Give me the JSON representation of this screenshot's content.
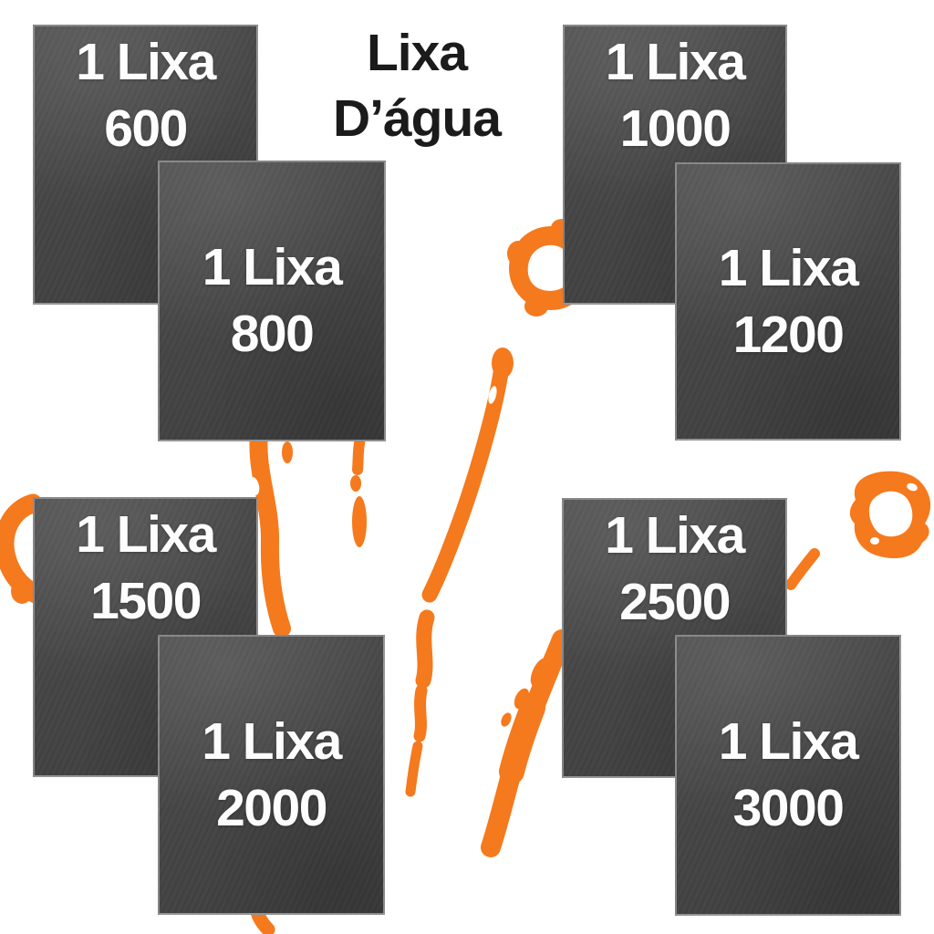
{
  "title": {
    "line1": "Lixa",
    "line2": "D’água"
  },
  "sheets": [
    {
      "qty_label": "1 Lixa",
      "grit": "600"
    },
    {
      "qty_label": "1 Lixa",
      "grit": "800"
    },
    {
      "qty_label": "1 Lixa",
      "grit": "1000"
    },
    {
      "qty_label": "1 Lixa",
      "grit": "1200"
    },
    {
      "qty_label": "1 Lixa",
      "grit": "1500"
    },
    {
      "qty_label": "1 Lixa",
      "grit": "2000"
    },
    {
      "qty_label": "1 Lixa",
      "grit": "2500"
    },
    {
      "qty_label": "1 Lixa",
      "grit": "3000"
    }
  ],
  "colors": {
    "accent_orange": "#F5791D",
    "sheet_base": "#454545",
    "sheet_light": "#515151",
    "sheet_dark": "#3D3D3D",
    "sheet_text": "#FDFDFD",
    "title_text": "#1B1B1B",
    "background": "#FFFFFF"
  }
}
